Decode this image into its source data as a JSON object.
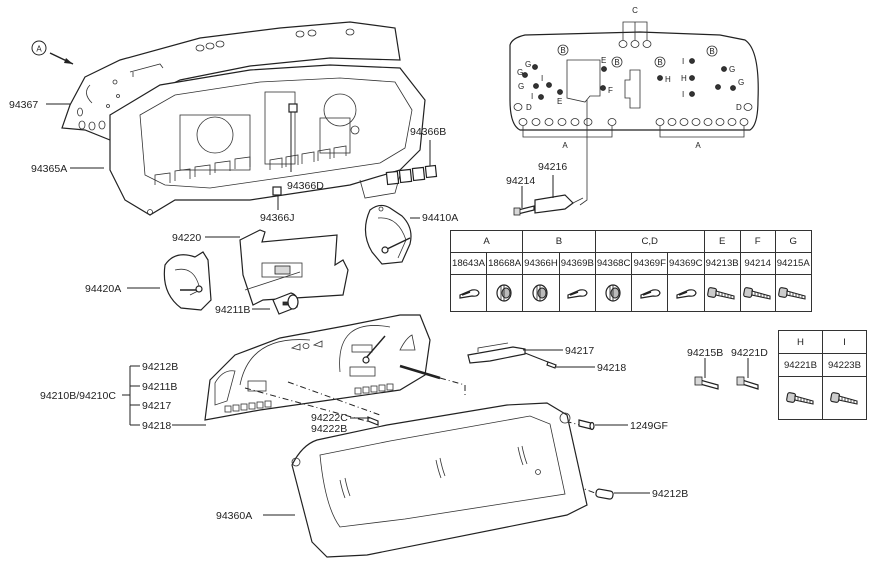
{
  "diagram": {
    "view_marker": "A",
    "callouts": {
      "p94367": "94367",
      "p94365A": "94365A",
      "p94366B": "94366B",
      "p94366D": "94366D",
      "p94366J": "94366J",
      "p94410A": "94410A",
      "p94220": "94220",
      "p94420A": "94420A",
      "p94211B": "94211B",
      "p94212B_group": "94212B",
      "p94211B_group": "94211B",
      "p94217_group": "94217",
      "p94218_group": "94218",
      "assembly": "94210B/94210C",
      "p94222C": "94222C",
      "p94222B": "94222B",
      "p94217": "94217",
      "p94218": "94218",
      "p1249GF": "1249GF",
      "p94360A": "94360A",
      "p94212B": "94212B",
      "p94216": "94216",
      "p94214": "94214",
      "p94215B": "94215B",
      "p94221D": "94221D"
    },
    "pcb_view": {
      "letters": {
        "C": "C",
        "B": "B",
        "G": "G",
        "I": "I",
        "E": "E",
        "F": "F",
        "H": "H",
        "D": "D",
        "A": "A"
      }
    }
  },
  "parts_table": {
    "groups": [
      {
        "letter": "A",
        "parts": [
          "18643A",
          "18668A"
        ]
      },
      {
        "letter": "B",
        "parts": [
          "94366H",
          "94369B"
        ]
      },
      {
        "letter": "C,D",
        "parts": [
          "94368C",
          "94369F",
          "94369C"
        ]
      },
      {
        "letter": "E",
        "parts": [
          "94213B"
        ]
      },
      {
        "letter": "F",
        "parts": [
          "94214"
        ]
      },
      {
        "letter": "G",
        "parts": [
          "94215A"
        ]
      }
    ],
    "sub_groups": [
      {
        "letter": "H",
        "parts": [
          "94221B"
        ]
      },
      {
        "letter": "I",
        "parts": [
          "94223B"
        ]
      }
    ],
    "icon_types": [
      "bulb",
      "socket",
      "socket",
      "bulb",
      "socket",
      "bulb",
      "bulb",
      "screw",
      "screw",
      "screw"
    ],
    "sub_icon_types": [
      "screw",
      "screw"
    ]
  }
}
